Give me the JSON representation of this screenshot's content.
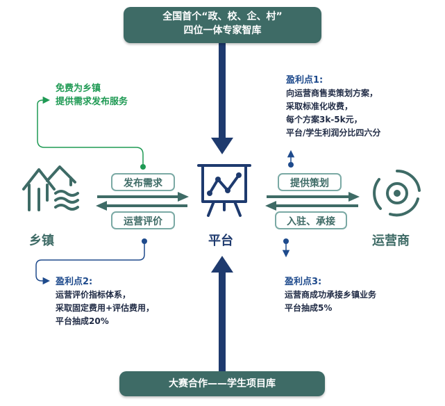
{
  "top_box": {
    "line1": "全国首个“政、校、企、村”",
    "line2": "四位一体专家智库"
  },
  "bottom_box": {
    "label": "大赛合作——学生项目库"
  },
  "left_node": {
    "label": "乡镇",
    "icon": "village-icon"
  },
  "center_node": {
    "label": "平台",
    "icon": "chart-board-icon"
  },
  "right_node": {
    "label": "运营商",
    "icon": "operator-icon"
  },
  "pills": {
    "publish_demand": "发布需求",
    "operation_eval": "运营评价",
    "provide_plan": "提供策划",
    "settle_undertake": "入驻、承接"
  },
  "free_service": {
    "line1": "免费为乡镇",
    "line2": "提供需求发布服务"
  },
  "profit1": {
    "title": "盈利点1:",
    "lines": [
      "向运营商售卖策划方案，",
      "采取标准化收费，",
      "每个方案3k-5k元，",
      "平台/学生利润分比四六分"
    ]
  },
  "profit2": {
    "title": "盈利点2:",
    "lines": [
      "运营评价指标体系，",
      "采取固定费用+评估费用，",
      "平台抽成20%"
    ]
  },
  "profit3": {
    "title": "盈利点3:",
    "lines": [
      "运营商成功承接乡镇业务",
      "平台抽成5%"
    ]
  },
  "colors": {
    "teal": "#3e6b66",
    "navy": "#1e3a6e",
    "green": "#1f9a54",
    "blue_title": "#1e4a8c"
  }
}
